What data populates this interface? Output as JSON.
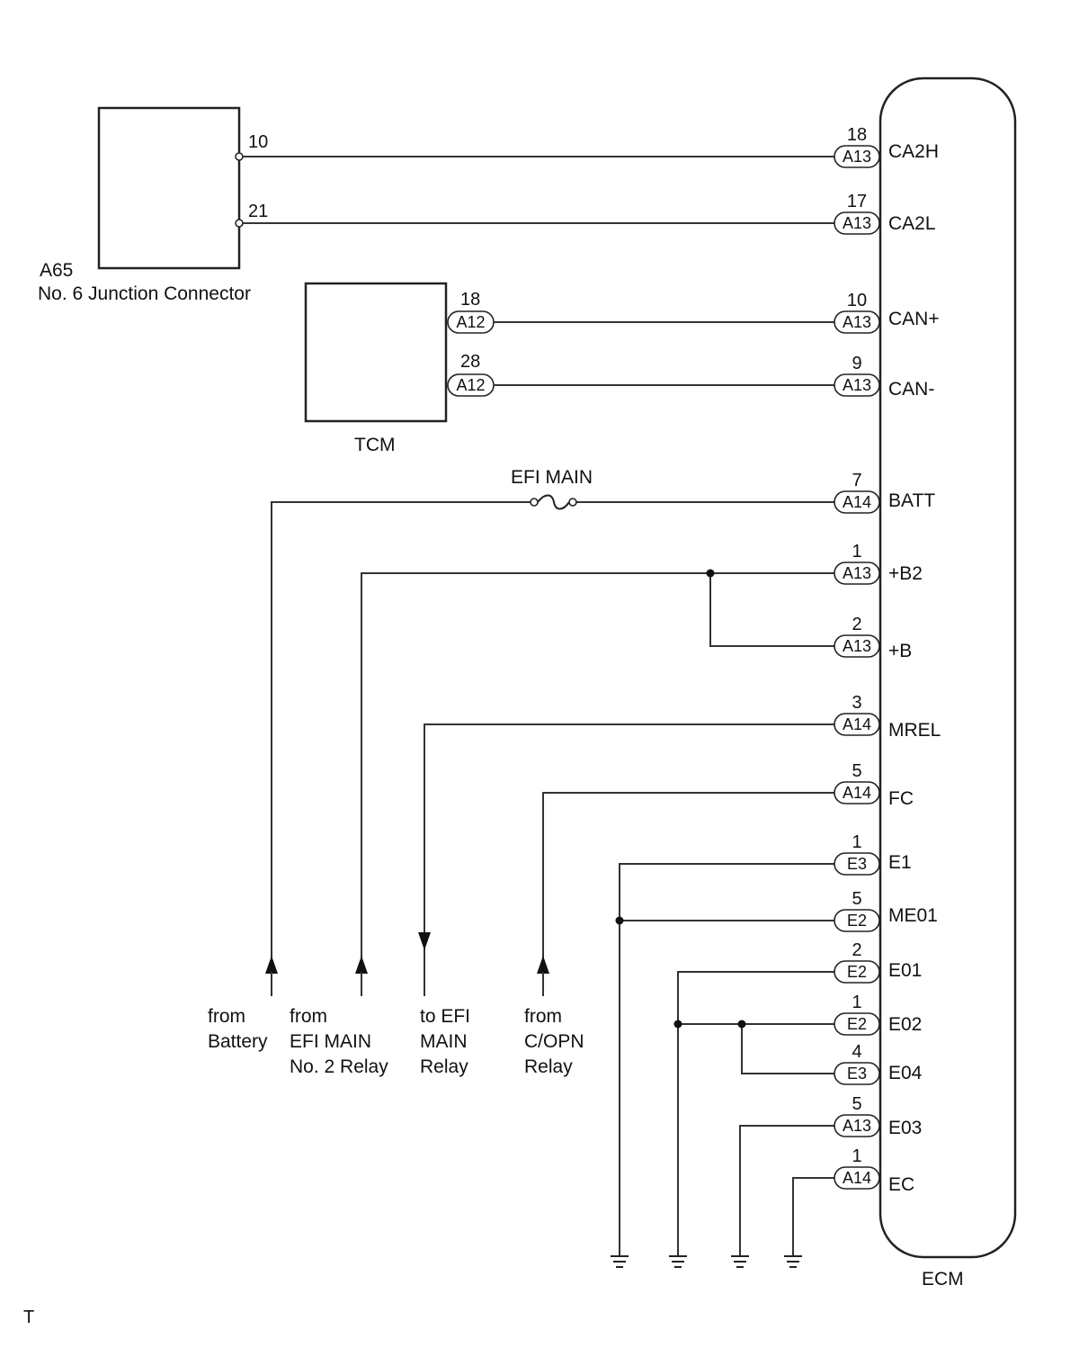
{
  "components": {
    "junction": {
      "code": "A65",
      "name": "No. 6 Junction Connector"
    },
    "tcm": {
      "name": "TCM"
    },
    "ecm": {
      "name": "ECM"
    },
    "fuse": {
      "name": "EFI MAIN"
    }
  },
  "junction_pins": [
    {
      "pin": "10",
      "wire": "w_ca2h"
    },
    {
      "pin": "21",
      "wire": "w_ca2l"
    }
  ],
  "tcm_pins": [
    {
      "pin": "18",
      "connector": "A12",
      "wire": "w_canp"
    },
    {
      "pin": "28",
      "connector": "A12",
      "wire": "w_canm"
    }
  ],
  "ecm_terminals": [
    {
      "id": "ca2h",
      "pin": "18",
      "connector": "A13",
      "signal": "CA2H"
    },
    {
      "id": "ca2l",
      "pin": "17",
      "connector": "A13",
      "signal": "CA2L"
    },
    {
      "id": "canp",
      "pin": "10",
      "connector": "A13",
      "signal": "CAN+"
    },
    {
      "id": "canm",
      "pin": "9",
      "connector": "A13",
      "signal": "CAN-"
    },
    {
      "id": "batt",
      "pin": "7",
      "connector": "A14",
      "signal": "BATT"
    },
    {
      "id": "b2",
      "pin": "1",
      "connector": "A13",
      "signal": "+B2"
    },
    {
      "id": "b",
      "pin": "2",
      "connector": "A13",
      "signal": "+B"
    },
    {
      "id": "mrel",
      "pin": "3",
      "connector": "A14",
      "signal": "MREL"
    },
    {
      "id": "fc",
      "pin": "5",
      "connector": "A14",
      "signal": "FC"
    },
    {
      "id": "e1",
      "pin": "1",
      "connector": "E3",
      "signal": "E1"
    },
    {
      "id": "me01",
      "pin": "5",
      "connector": "E2",
      "signal": "ME01"
    },
    {
      "id": "e01",
      "pin": "2",
      "connector": "E2",
      "signal": "E01"
    },
    {
      "id": "e02",
      "pin": "1",
      "connector": "E2",
      "signal": "E02"
    },
    {
      "id": "e04",
      "pin": "4",
      "connector": "E3",
      "signal": "E04"
    },
    {
      "id": "e03",
      "pin": "5",
      "connector": "A13",
      "signal": "E03"
    },
    {
      "id": "ec",
      "pin": "1",
      "connector": "A14",
      "signal": "EC"
    }
  ],
  "external_labels": [
    {
      "id": "battery",
      "lines": [
        "from",
        "Battery"
      ]
    },
    {
      "id": "efi2",
      "lines": [
        "from",
        "EFI MAIN",
        "No. 2 Relay"
      ]
    },
    {
      "id": "efimain",
      "lines": [
        "to EFI",
        "MAIN",
        "Relay"
      ]
    },
    {
      "id": "copn",
      "lines": [
        "from",
        "C/OPN",
        "Relay"
      ]
    }
  ],
  "footer": {
    "mark": "T"
  }
}
